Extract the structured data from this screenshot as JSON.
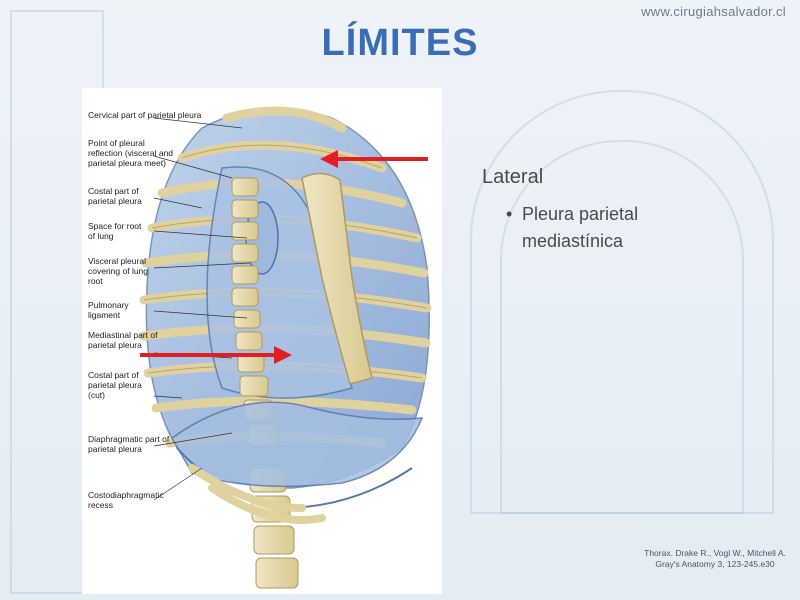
{
  "header": {
    "watermark": "www.cirugiahsalvador.cl",
    "title": "LÍMITES"
  },
  "content": {
    "heading": "Lateral",
    "bullet": "Pleura parietal mediastínica"
  },
  "figure": {
    "labels": [
      "Cervical part of parietal pleura",
      "Point of pleural reflection (visceral and parietal pleura meet)",
      "Costal part of parietal pleura",
      "Space for root of lung",
      "Visceral pleural covering of lung root",
      "Pulmonary ligament",
      "Mediastinal part of parietal pleura",
      "Costal part of parietal pleura (cut)",
      "Diaphragmatic part of parietal pleura",
      "Costodiaphragmatic recess"
    ]
  },
  "citation": "Thorax. Drake R., Vogl W., Mitchell A. Gray's Anatomy 3, 123-245.e30",
  "colors": {
    "title": "#3a6db5",
    "arrow": "#e02020",
    "text": "#4a4a4a"
  }
}
